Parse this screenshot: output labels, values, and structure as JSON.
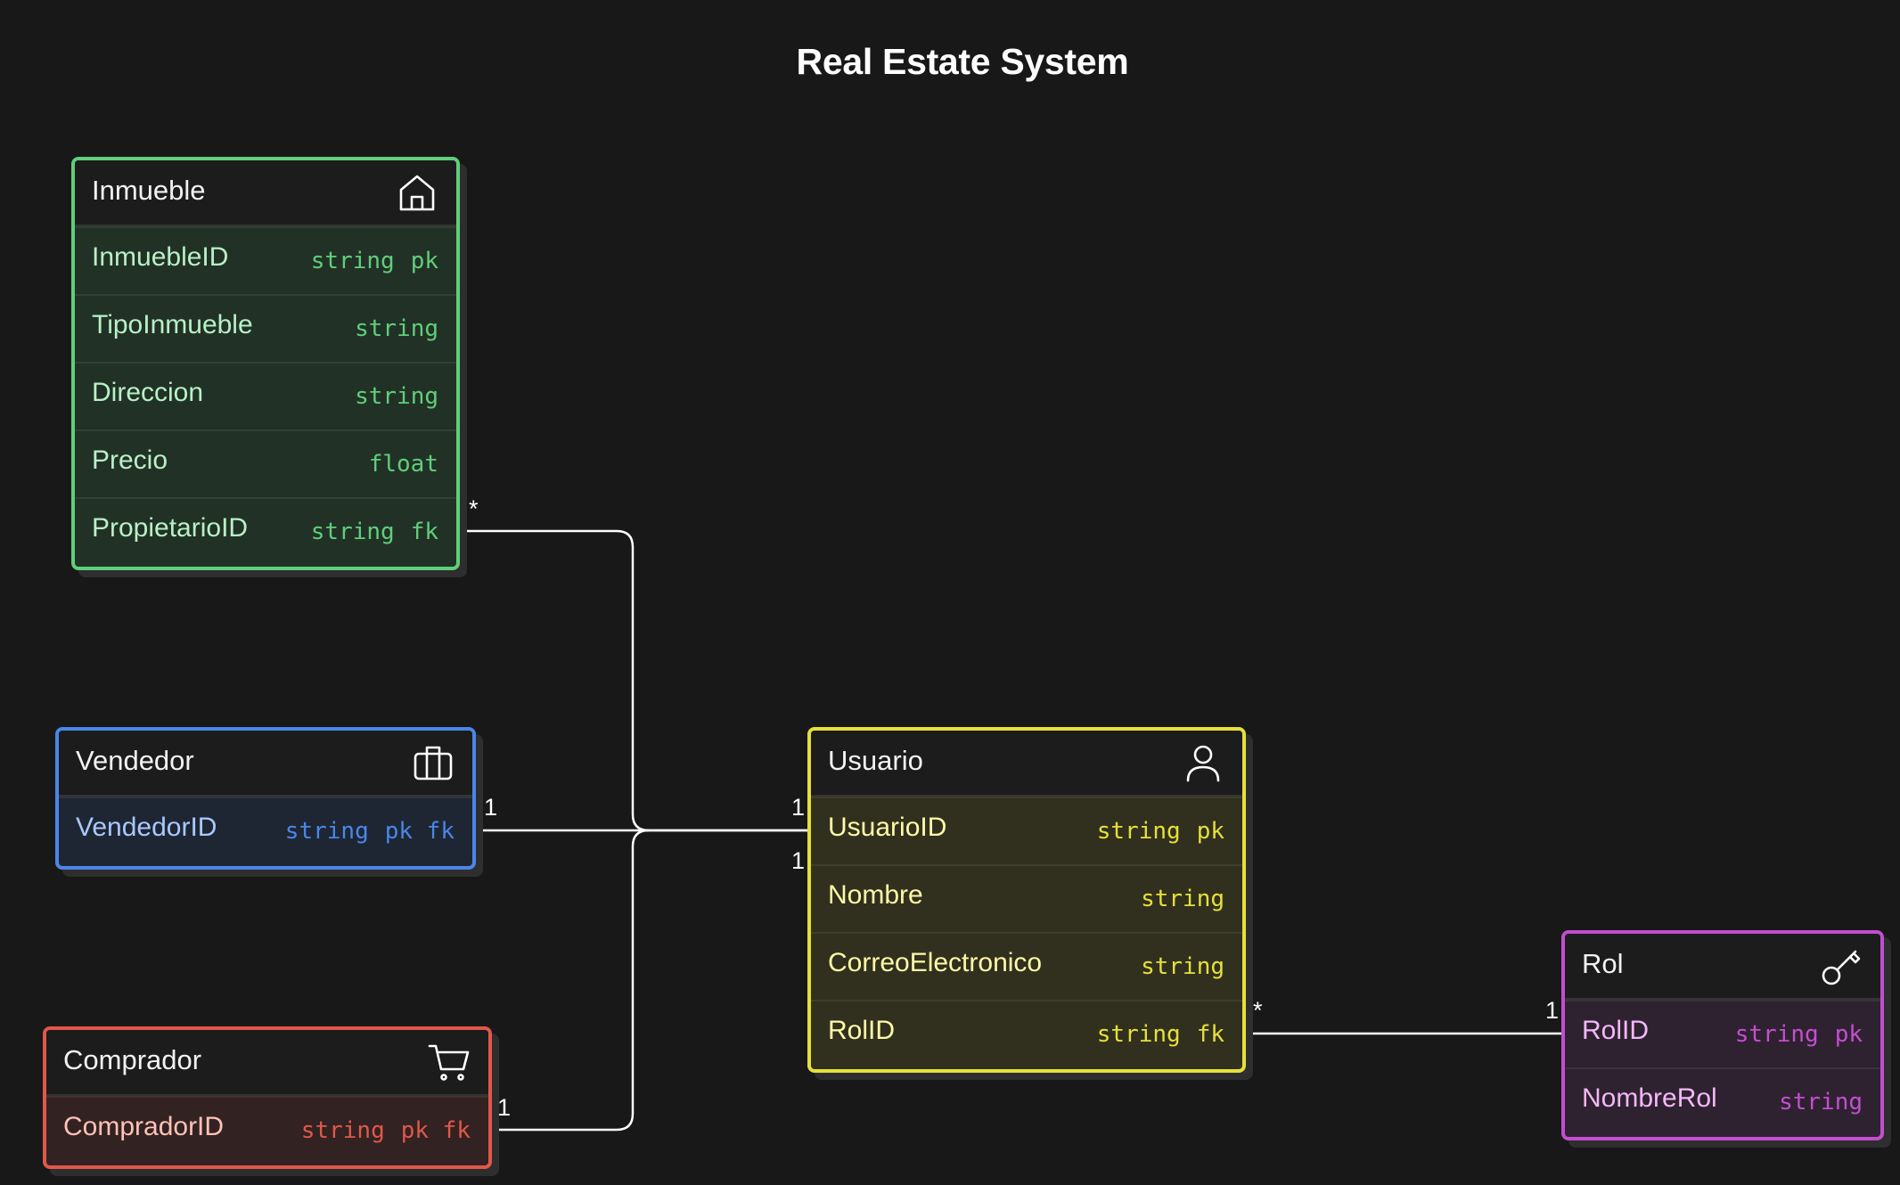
{
  "title": "Real Estate System",
  "entities": {
    "inmueble": {
      "name": "Inmueble",
      "icon": "house-icon",
      "color": "#5fcf7a",
      "fields": [
        {
          "name": "InmuebleID",
          "type": "string",
          "flags": "pk"
        },
        {
          "name": "TipoInmueble",
          "type": "string",
          "flags": ""
        },
        {
          "name": "Direccion",
          "type": "string",
          "flags": ""
        },
        {
          "name": "Precio",
          "type": "float",
          "flags": ""
        },
        {
          "name": "PropietarioID",
          "type": "string",
          "flags": "fk"
        }
      ]
    },
    "vendedor": {
      "name": "Vendedor",
      "icon": "briefcase-icon",
      "color": "#4a86e8",
      "fields": [
        {
          "name": "VendedorID",
          "type": "string",
          "flags": "pk fk"
        }
      ]
    },
    "comprador": {
      "name": "Comprador",
      "icon": "shopping-cart-icon",
      "color": "#e0584a",
      "fields": [
        {
          "name": "CompradorID",
          "type": "string",
          "flags": "pk fk"
        }
      ]
    },
    "usuario": {
      "name": "Usuario",
      "icon": "user-icon",
      "color": "#e6e03a",
      "fields": [
        {
          "name": "UsuarioID",
          "type": "string",
          "flags": "pk"
        },
        {
          "name": "Nombre",
          "type": "string",
          "flags": ""
        },
        {
          "name": "CorreoElectronico",
          "type": "string",
          "flags": ""
        },
        {
          "name": "RolID",
          "type": "string",
          "flags": "fk"
        }
      ]
    },
    "rol": {
      "name": "Rol",
      "icon": "key-icon",
      "color": "#c34ed0",
      "fields": [
        {
          "name": "RolID",
          "type": "string",
          "flags": "pk"
        },
        {
          "name": "NombreRol",
          "type": "string",
          "flags": ""
        }
      ]
    }
  },
  "relationships": [
    {
      "from": "Inmueble.PropietarioID",
      "to": "Usuario.UsuarioID",
      "from_card": "*",
      "to_card": "1"
    },
    {
      "from": "Vendedor.VendedorID",
      "to": "Usuario.UsuarioID",
      "from_card": "1",
      "to_card": "1"
    },
    {
      "from": "Comprador.CompradorID",
      "to": "Usuario.UsuarioID",
      "from_card": "1",
      "to_card": "1"
    },
    {
      "from": "Usuario.RolID",
      "to": "Rol.RolID",
      "from_card": "*",
      "to_card": "1"
    }
  ]
}
